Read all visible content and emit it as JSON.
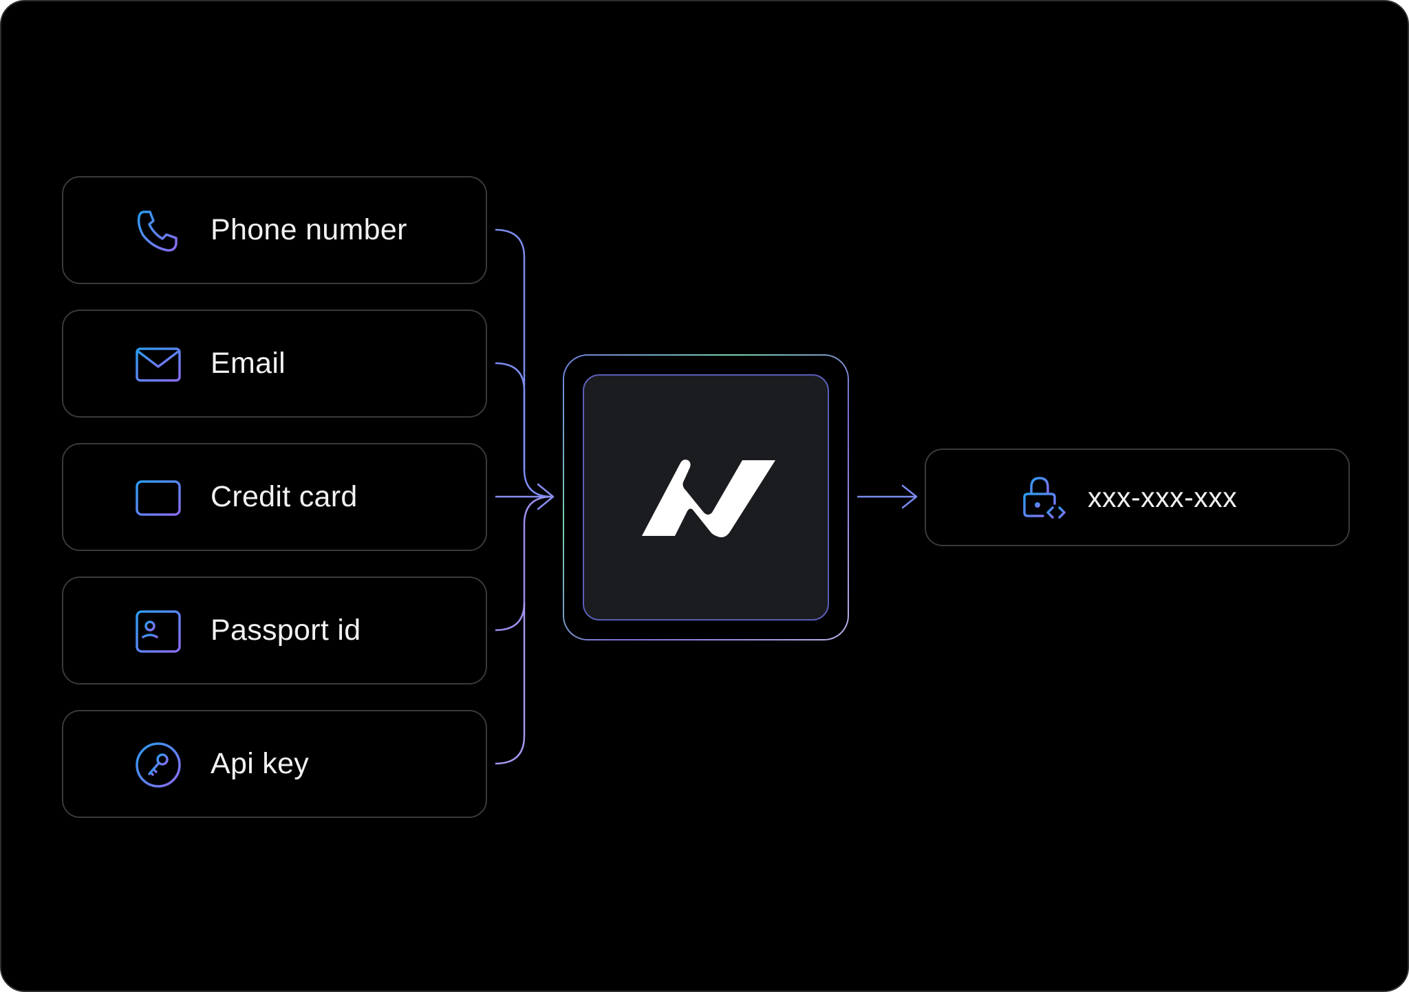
{
  "inputs": [
    {
      "label": "Phone number",
      "icon": "phone-icon"
    },
    {
      "label": "Email",
      "icon": "mail-icon"
    },
    {
      "label": "Credit card",
      "icon": "credit-card-icon"
    },
    {
      "label": "Passport id",
      "icon": "id-card-icon"
    },
    {
      "label": "Api key",
      "icon": "key-icon"
    }
  ],
  "processor": {
    "icon": "logo-icon"
  },
  "output": {
    "label": "xxx-xxx-xxx",
    "icon": "lock-code-icon"
  },
  "colors": {
    "background": "#000000",
    "card_border": "#3a3a3c",
    "text": "#f2f2f2",
    "icon_gradient_start": "#2b9cf0",
    "icon_gradient_end": "#8a6cf0",
    "connector": "#8f8ff0",
    "chip_core": "#1b1c20"
  }
}
